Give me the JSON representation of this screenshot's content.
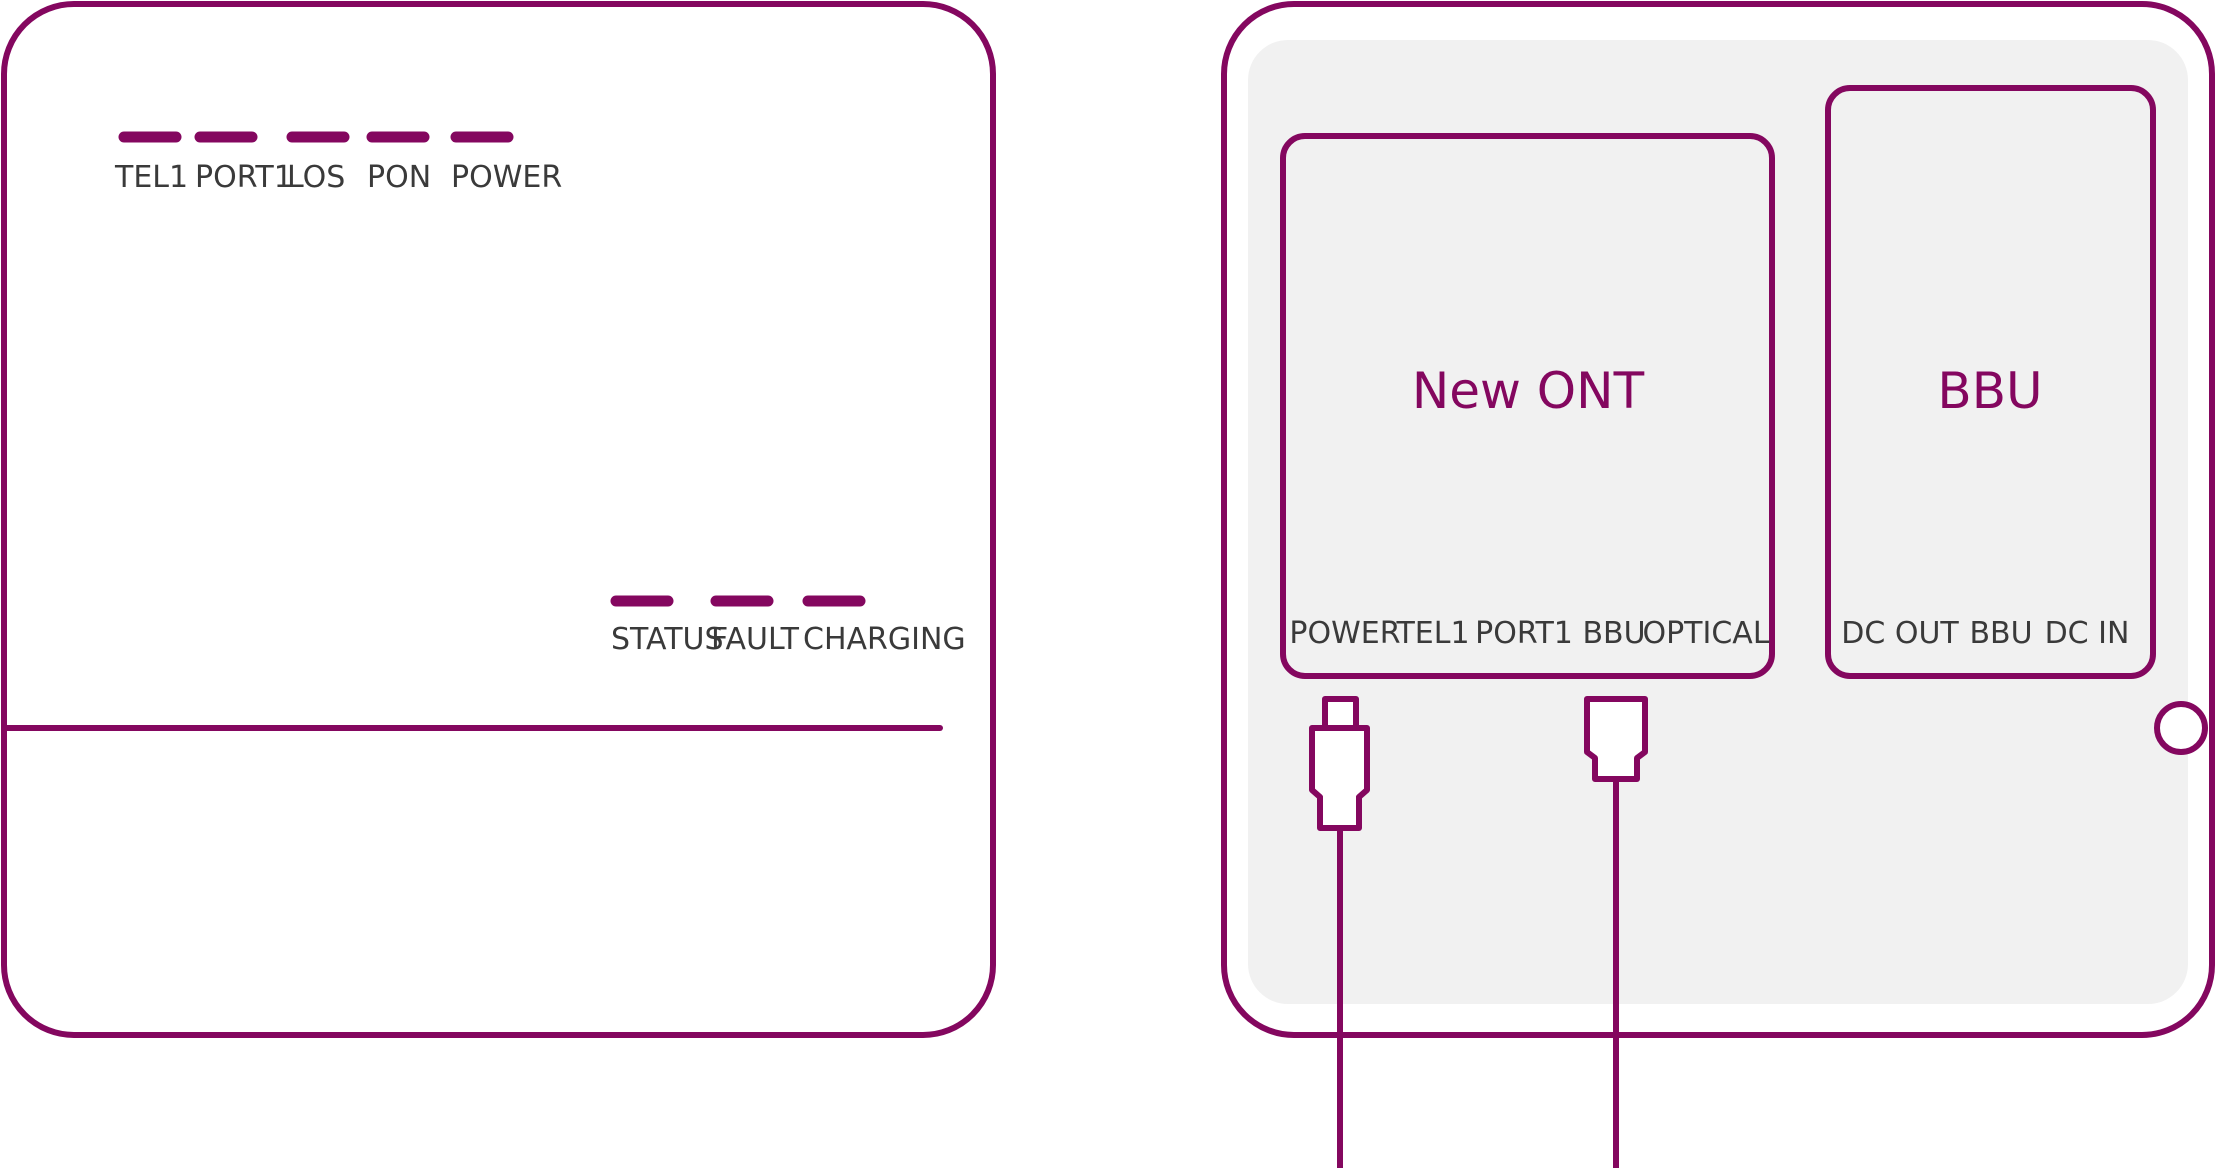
{
  "colors": {
    "accent": "#84075f",
    "label": "#3a3a3a",
    "panel_fill": "#f1f1f1",
    "background": "#ffffff"
  },
  "front_device": {
    "top_leds": [
      {
        "label": "TEL1"
      },
      {
        "label": "PORT1"
      },
      {
        "label": "LOS"
      },
      {
        "label": "PON"
      },
      {
        "label": "POWER"
      }
    ],
    "bottom_leds": [
      {
        "label": "STATUS"
      },
      {
        "label": "FAULT"
      },
      {
        "label": "CHARGING"
      }
    ]
  },
  "rear_device": {
    "ont": {
      "title": "New ONT",
      "ports": [
        "POWER",
        "TEL1",
        "PORT1",
        "BBU",
        "OPTICAL"
      ]
    },
    "bbu": {
      "title": "BBU",
      "ports": [
        "DC OUT",
        "BBU",
        "DC IN"
      ]
    }
  }
}
